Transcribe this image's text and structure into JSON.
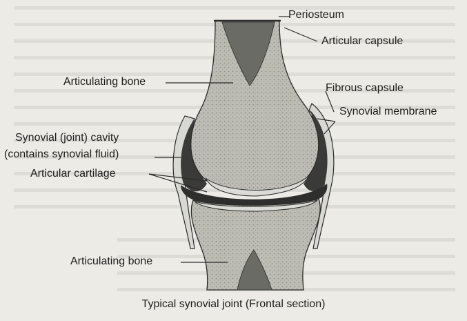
{
  "labels": {
    "periosteum": "Periosteum",
    "articular_capsule": "Articular capsule",
    "articulating_bone_top": "Articulating bone",
    "fibrous_capsule": "Fibrous capsule",
    "synovial_membrane": "Synovial membrane",
    "synovial_cavity_line1": "Synovial (joint) cavity",
    "synovial_cavity_line2": "(contains synovial fluid)",
    "articular_cartilage": "Articular cartilage",
    "articulating_bone_bottom": "Articulating bone"
  },
  "caption": "Typical synovial joint (Frontal section)",
  "colors": {
    "background": "#ecebe6",
    "bone_fill": "#b9b9b1",
    "bone_stipple": "#8c8c84",
    "cavity": "#3a3a38",
    "capsule": "#d9d9d4",
    "line": "#2a2a2a"
  }
}
